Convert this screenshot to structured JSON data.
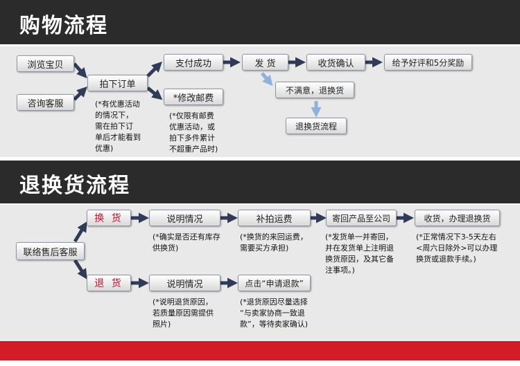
{
  "shopping": {
    "title": "购物流程",
    "steps": {
      "browse": "浏览宝贝",
      "consult": "咨询客服",
      "order": "拍下订单",
      "pay": "支付成功",
      "modify_postage": "*修改邮费",
      "ship": "发 货",
      "confirm": "收货确认",
      "review": "给予好评和5分奖励",
      "unsatisfied": "不满意，退换货",
      "return_flow": "退换货流程"
    },
    "notes": {
      "order_note": "(*有优惠活动\n的情况下，\n需在拍下订\n单后才能看到\n优惠)",
      "postage_note": "(*仅限有邮费\n优惠活动，或\n拍下多件累计\n不超重产品时)"
    }
  },
  "returns": {
    "title": "退换货流程",
    "steps": {
      "service": "联络售后客服",
      "exchange": "换 货",
      "explain1": "说明情况",
      "repay_shipping": "补拍运费",
      "send_back": "寄回产品至公司",
      "receive": "收货，办理退换货",
      "refund": "退 货",
      "explain2": "说明情况",
      "apply_refund": "点击“申请退款”"
    },
    "notes": {
      "explain1_note": "(*确实是否还有库存\n供换货)",
      "repay_note": "(*换货的来回运费，\n需要买方承担)",
      "send_note": "(*发货单一并寄回，\n并在发货单上注明退\n换货原因，及其它备\n注事项。)",
      "receive_note": "(*正常情况下3-5天左右\n<周六日除外>可以办理\n换货或退款手续。)",
      "explain2_note": "(*说明退货原因，\n若质量原因需提供\n照片)",
      "apply_note": "(*退货原因尽量选择\n“与卖家协商一致退\n款”，等待卖家确认)"
    }
  },
  "colors": {
    "banner": "#2b2b2b",
    "arrow": "#2f3b57",
    "accent_red": "#c8102e",
    "footer": "#d21c26"
  }
}
